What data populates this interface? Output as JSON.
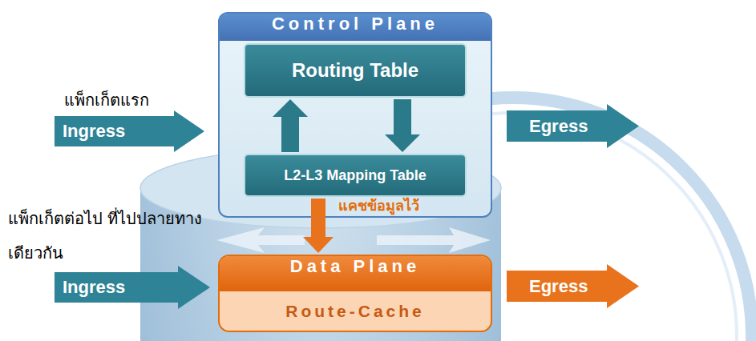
{
  "diagram": {
    "nodes": [
      {
        "text": [
          "Control Plane"
        ]
      },
      {
        "text": [
          "Routing Table"
        ],
        "in": 0
      },
      {
        "text": [
          "L2-L3 Mapping Table"
        ],
        "in": 0
      },
      {
        "text": [
          "Data Plane",
          "Route-Cache"
        ]
      },
      {
        "text": [
          "Ingress"
        ]
      },
      {
        "text": [
          "Egress"
        ]
      },
      {
        "text": [
          "Ingress"
        ]
      },
      {
        "text": [
          "Egress"
        ]
      }
    ],
    "edges": [
      {
        "from": 2,
        "to": 1,
        "arrow": "to"
      },
      {
        "from": 1,
        "to": 2,
        "arrow": "to"
      },
      {
        "from": 2,
        "to": 3,
        "label": "แคชข้อมูลไว้",
        "arrow": "to"
      }
    ],
    "labels": [
      "แพ็กเก็ตแรก",
      "แพ็กเก็ตต่อไป ที่ไปปลายทางเดียวกัน"
    ]
  }
}
